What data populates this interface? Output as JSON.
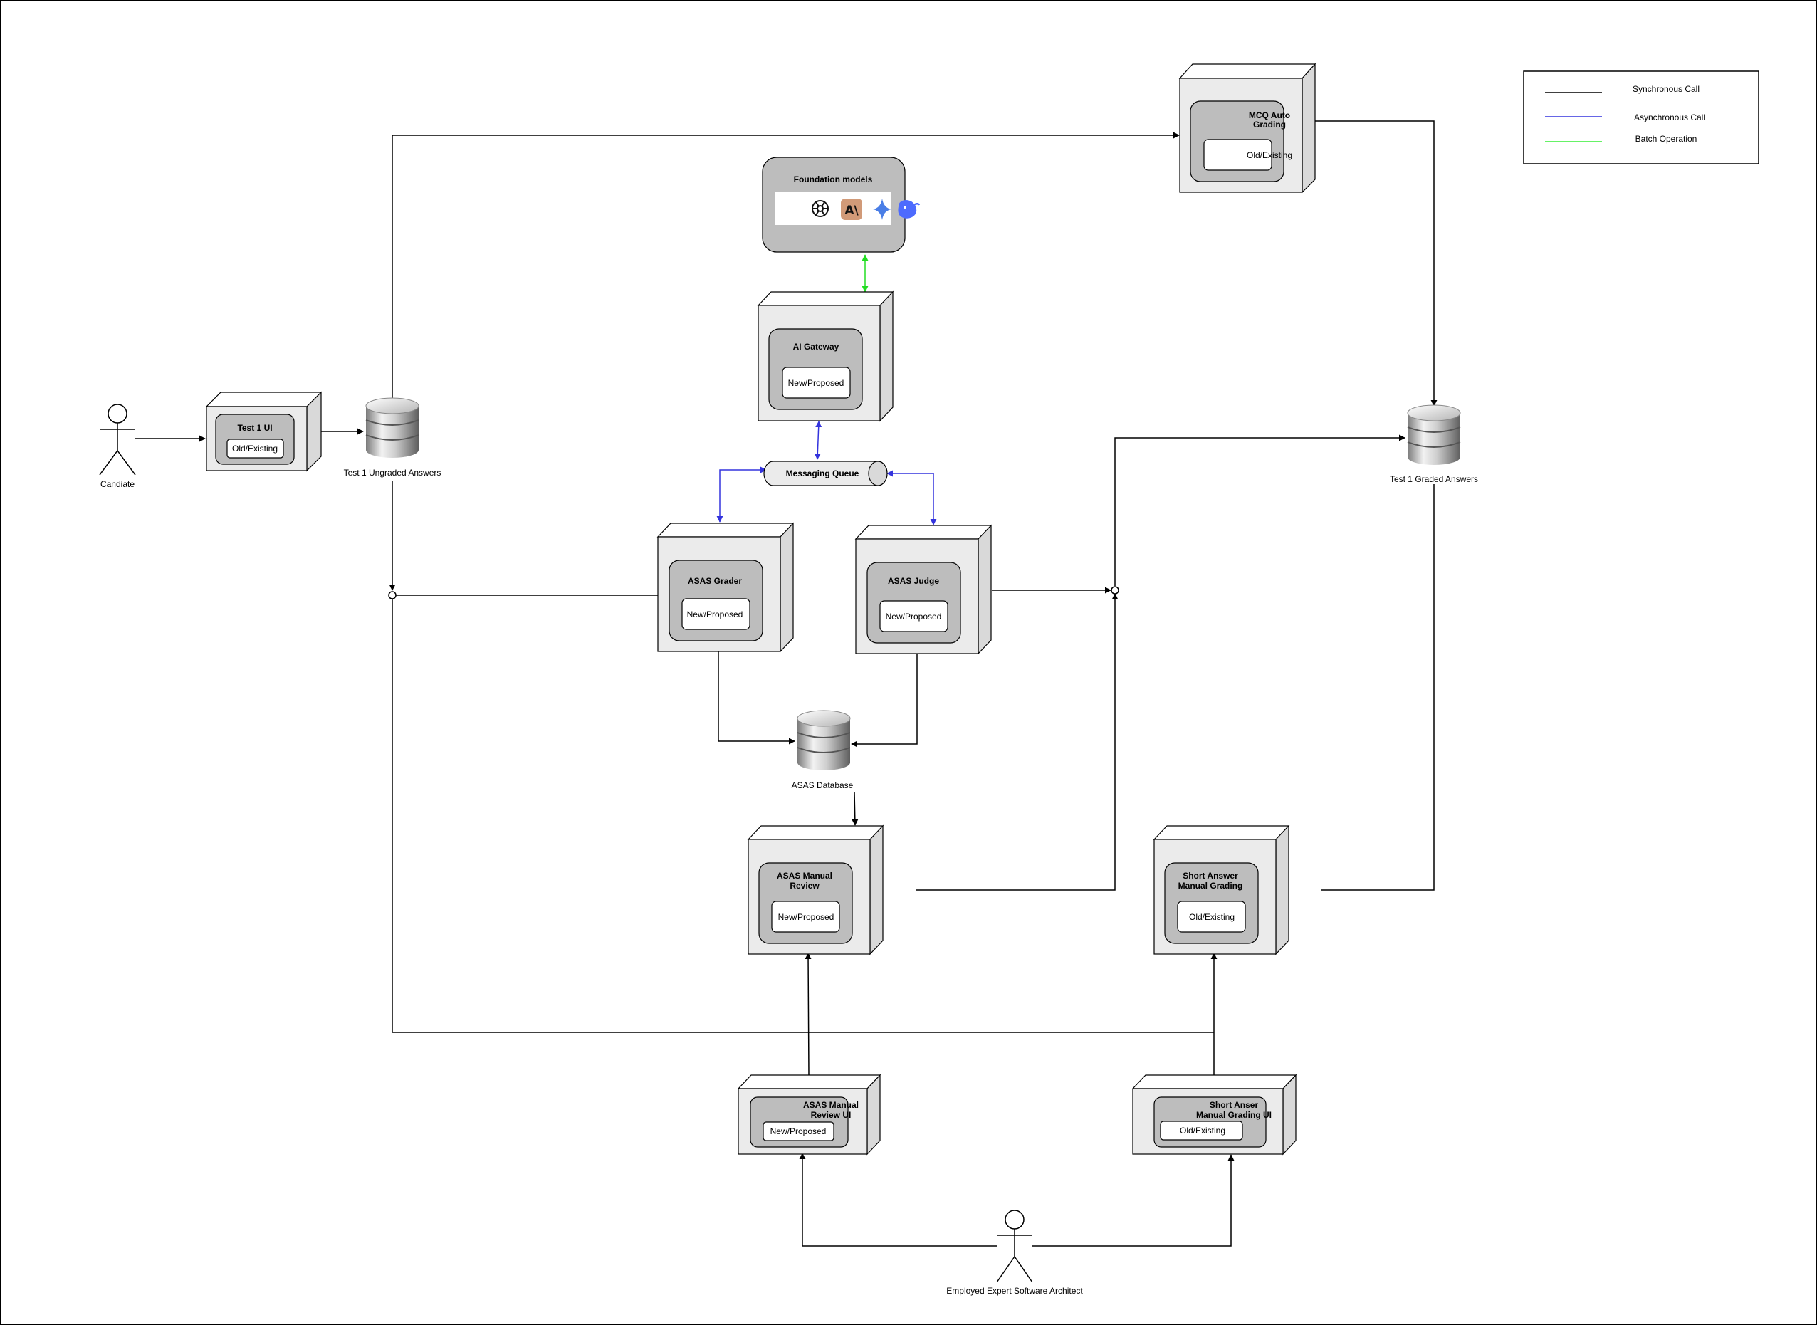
{
  "legend": {
    "sync": "Synchronous Call",
    "async": "Asynchronous Call",
    "batch": "Batch Operation"
  },
  "colors": {
    "sync": "#000000",
    "async": "#3333dd",
    "batch": "#33ee33",
    "box_front": "#ebebeb",
    "box_side": "#d9d9d9",
    "inner": "#bdbdbd"
  },
  "actors": {
    "candidate": "Candiate",
    "architect": "Employed Expert Software Architect"
  },
  "databases": {
    "ungraded": "Test 1 Ungraded Answers",
    "graded": "Test 1 Graded Answers",
    "asas": "ASAS Database"
  },
  "components": {
    "test1_ui": {
      "title": "Test 1 UI",
      "status": "Old/Existing"
    },
    "mcq": {
      "title1": "MCQ Auto",
      "title2": "Grading",
      "status": "Old/Existing"
    },
    "ai_gateway": {
      "title": "AI Gateway",
      "status": "New/Proposed"
    },
    "asas_grader": {
      "title": "ASAS Grader",
      "status": "New/Proposed"
    },
    "asas_judge": {
      "title": "ASAS Judge",
      "status": "New/Proposed"
    },
    "asas_manual_review": {
      "title1": "ASAS Manual",
      "title2": "Review",
      "status": "New/Proposed"
    },
    "short_answer_grading": {
      "title1": "Short Answer",
      "title2": "Manual Grading",
      "status": "Old/Existing"
    },
    "asas_review_ui": {
      "title1": "ASAS Manual",
      "title2": "Review UI",
      "status": "New/Proposed"
    },
    "short_anser_ui": {
      "title1": "Short Anser",
      "title2": "Manual Grading UI",
      "status": "Old/Existing"
    }
  },
  "foundation_models": {
    "title": "Foundation models",
    "icons": [
      "openai-logo-icon",
      "anthropic-logo-icon",
      "gemini-sparkle-icon",
      "deepseek-whale-icon"
    ]
  },
  "messaging_queue": "Messaging Queue"
}
